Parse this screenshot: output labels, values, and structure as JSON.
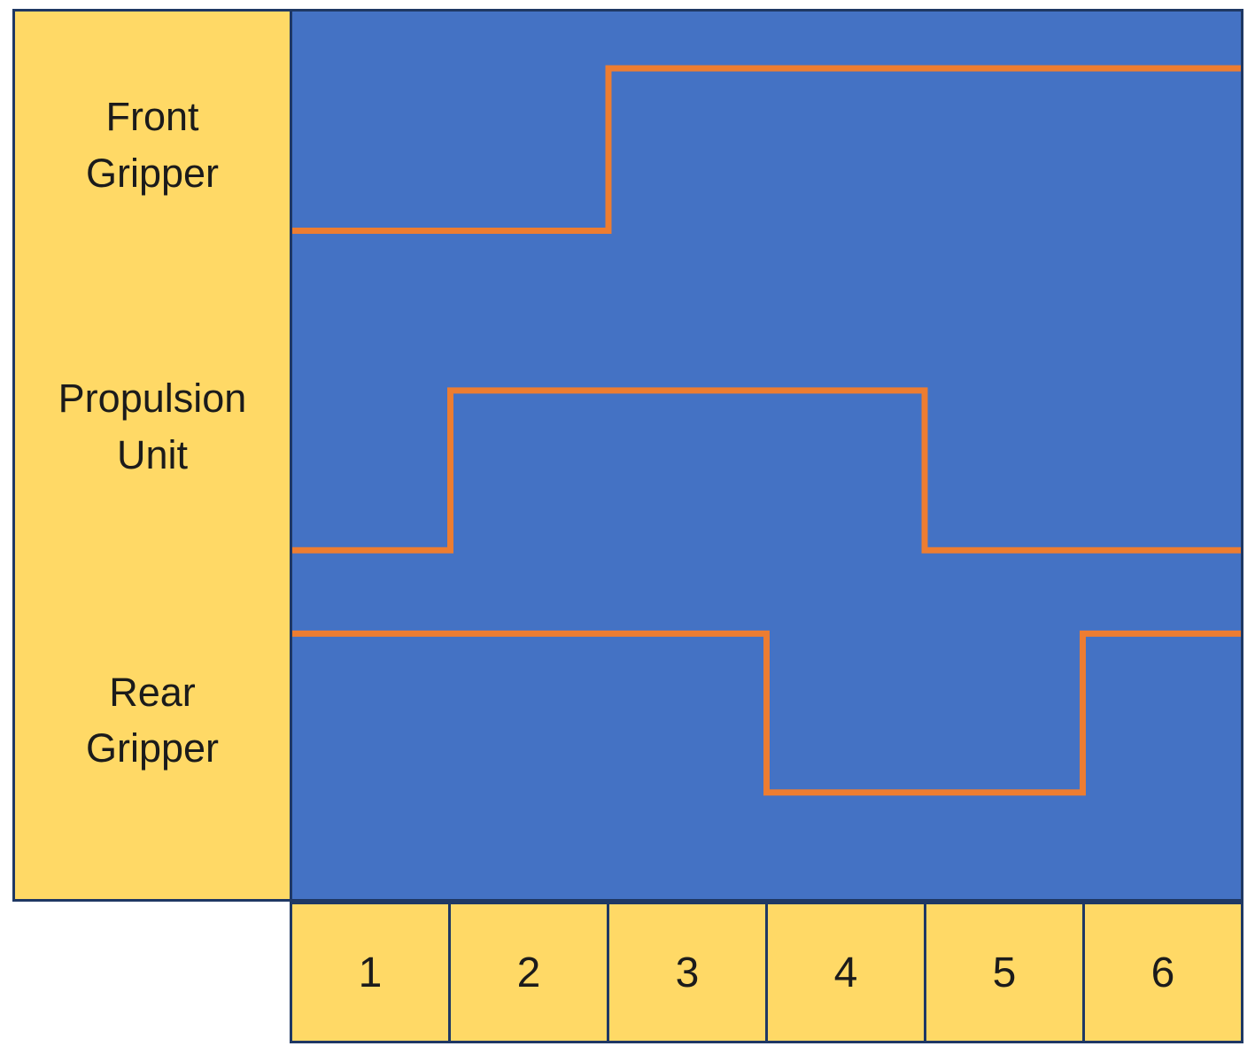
{
  "colors": {
    "plot_blue": "#4472C4",
    "label_yellow": "#FFD966",
    "signal_orange": "#ED7D31",
    "frame_dark": "#1F3864",
    "text_dark": "#1b1b1b",
    "background": "#ffffff"
  },
  "chart_data": {
    "type": "step",
    "title": "",
    "categories": [
      "1",
      "2",
      "3",
      "4",
      "5",
      "6"
    ],
    "series": [
      {
        "name": "Front Gripper",
        "values": [
          0,
          0,
          1,
          1,
          1,
          1
        ]
      },
      {
        "name": "Propulsion Unit",
        "values": [
          0,
          1,
          1,
          1,
          0,
          0
        ]
      },
      {
        "name": "Rear Gripper",
        "values": [
          1,
          1,
          1,
          0,
          0,
          1
        ]
      }
    ],
    "row_levels": [
      {
        "high": 0.064,
        "low": 0.247
      },
      {
        "high": 0.427,
        "low": 0.607
      },
      {
        "high": 0.701,
        "low": 0.88
      }
    ],
    "legend_position": "left-row-labels",
    "grid": false,
    "x_range": [
      0,
      6
    ],
    "levels_per_signal": 2
  }
}
